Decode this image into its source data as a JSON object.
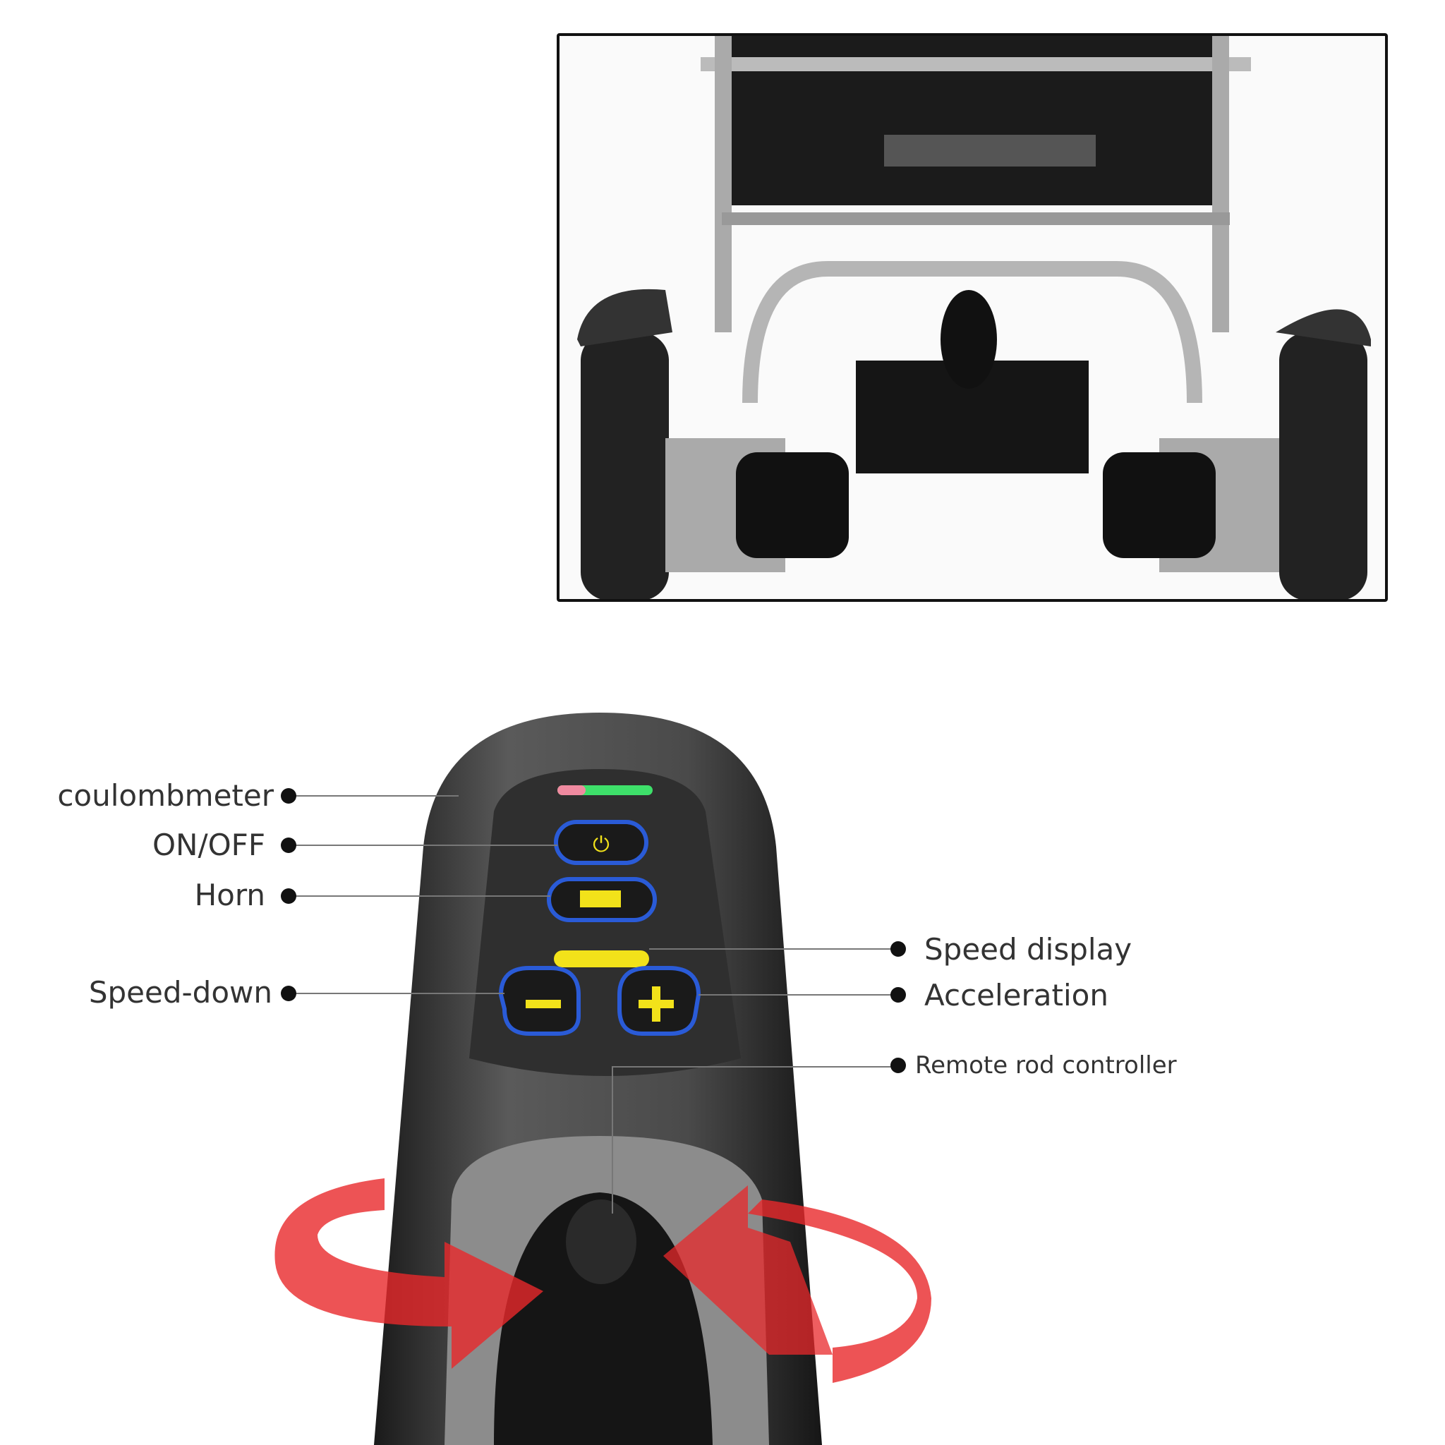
{
  "labels": {
    "coulombmeter": "coulombmeter",
    "on_off": "ON/OFF",
    "horn": "Horn",
    "speed_down": "Speed-down",
    "speed_display": "Speed display",
    "acceleration": "Acceleration",
    "remote_rod_controller": "Remote rod controller"
  },
  "colors": {
    "button_ring": "#2a5bd7",
    "icon_yellow": "#f2e21a",
    "arrow_red": "#e8282b",
    "battery_green": "#3ee06a"
  }
}
